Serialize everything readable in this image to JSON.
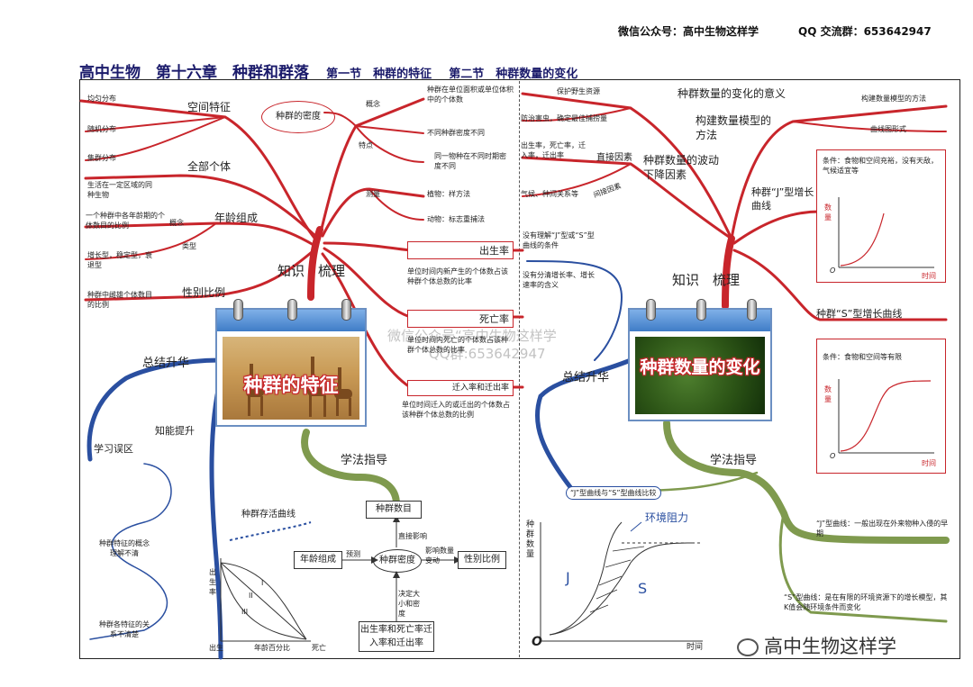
{
  "header": {
    "wechat": "微信公众号：高中生物这样学",
    "qq": "QQ 交流群：653642947"
  },
  "title": {
    "main": "高中生物　第十六章　种群和群落",
    "section1": "第一节　种群的特征",
    "section2": "第二节　种群数量的变化"
  },
  "left": {
    "center_label": "知识　梳理",
    "calendar_title": "种群的特征",
    "density_oval": "种群的密度",
    "spatial": {
      "label": "空间特征",
      "items": [
        "均匀分布",
        "随机分布",
        "集群分布"
      ]
    },
    "all_individuals": {
      "label": "全部个体",
      "desc": "生活在一定区域的同种生物"
    },
    "age": {
      "label": "年龄组成",
      "concept_label": "概念",
      "concept_desc": "一个种群中各年龄期的个体数目的比例",
      "type_label": "类型",
      "type_desc": "增长型，稳定型，衰退型"
    },
    "sex": {
      "label": "性别比例",
      "desc": "种群中雌雄个体数目的比例"
    },
    "concept": {
      "label": "概念",
      "desc": "种群在单位面积或单位体积中的个体数"
    },
    "feature": {
      "label": "特点",
      "desc1": "不同种群密度不同",
      "desc2": "同一物种在不同时期密度不同"
    },
    "measure": {
      "label": "测量",
      "plant": "植物：样方法",
      "animal": "动物：标志重捕法"
    },
    "birth": {
      "label": "出生率",
      "desc": "单位时间内新产生的个体数占该种群个体总数的比率"
    },
    "death": {
      "label": "死亡率",
      "desc": "单位时间内死亡的个体数占该种群个体总数的比率"
    },
    "migration": {
      "label": "迁入率和迁出率",
      "desc": "单位时间迁入的或迁出的个体数占该种群个体总数的比例"
    },
    "summary": "总结升华",
    "ability": "知能提升",
    "mistakes": "学习误区",
    "mistake1": "种群特征的概念理解不清",
    "mistake2": "种群各特征的关系不清楚",
    "survival_curve": "种群存活曲线",
    "survival_ylabel": "出生率",
    "survival_xlabel_left": "出生",
    "survival_xlabel_mid": "年龄百分比",
    "survival_xlabel_right": "死亡",
    "survival_labels": [
      "I",
      "II",
      "III"
    ],
    "method": "学法指导",
    "flow": {
      "number": "种群数目",
      "direct": "直接影响",
      "age": "年龄组成",
      "predict": "预测",
      "density": "种群密度",
      "affect": "影响数量变动",
      "sex": "性别比例",
      "decide": "决定大小和密度",
      "birth_death": "出生率和死亡率迁入率和迁出率"
    }
  },
  "right": {
    "center_label": "知识　梳理",
    "calendar_title": "种群数量的变化",
    "meaning": {
      "label": "种群数量的变化的意义",
      "item1": "保护野生资源",
      "item2": "防治害虫，确定最佳捕捞量"
    },
    "model": {
      "label": "构建数量模型的方法",
      "item1": "构建数量模型的方法",
      "item2": "曲线图形式"
    },
    "fluctuation": {
      "label": "种群数量的波动下降因素",
      "direct": "直接因素",
      "direct_desc": "出生率，死亡率，迁入率，迁出率",
      "indirect": "间接因素",
      "indirect_desc": "气候、种间关系等"
    },
    "j_curve": {
      "label": "种群“J”型增长曲线",
      "condition": "条件：食物和空间充裕，没有天敌，气候适宜等",
      "ylabel": "数量",
      "xlabel": "时间",
      "origin": "O"
    },
    "s_curve": {
      "label": "种群“S”型增长曲线",
      "condition": "条件：食物和空间等有限",
      "ylabel": "数量",
      "xlabel": "时间",
      "origin": "O"
    },
    "summary": "总结升华",
    "mistake_note1": "没有理解“J”型或“S”型曲线的条件",
    "mistake_note2": "没有分清增长率、增长速率的含义",
    "compare": "“J”型曲线与“S”型曲线比较",
    "method": "学法指导",
    "j_note": "“J”型曲线：一般出现在外来物种入侵的早期",
    "s_note": "“S”型曲线：是在有限的环境资源下的增长模型，其K值会随环境条件而变化",
    "compare_chart": {
      "ylabel": "种群数量",
      "xlabel": "时间",
      "origin": "O",
      "resistance": "环境阻力",
      "j": "J",
      "s": "S"
    }
  },
  "watermark": {
    "line1": "微信公众号“高中生物这样学",
    "line2": "QQ群:653642947"
  },
  "footer_brand": "高中生物这样学",
  "colors": {
    "red": "#c8252b",
    "blue": "#2a4fa0",
    "green": "#7f9a4e",
    "title": "#1b1b6b"
  }
}
